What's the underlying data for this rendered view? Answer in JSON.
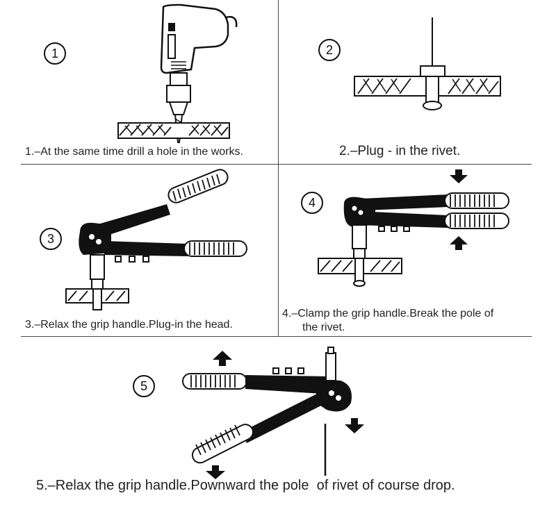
{
  "steps": [
    {
      "number": "1",
      "caption": "1.–At the same time drill a hole in the works."
    },
    {
      "number": "2",
      "caption": "2.–Plug - in the rivet."
    },
    {
      "number": "3",
      "caption": "3.–Relax the grip handle.Plug-in the head."
    },
    {
      "number": "4",
      "caption_line1": "4.–Clamp the grip handle.Break the pole of",
      "caption_line2": "the rivet."
    },
    {
      "number": "5",
      "caption": "5.–Relax the grip handle.Pownward the pole  of rivet of course drop."
    }
  ],
  "colors": {
    "ink": "#111111",
    "line": "#444444"
  }
}
